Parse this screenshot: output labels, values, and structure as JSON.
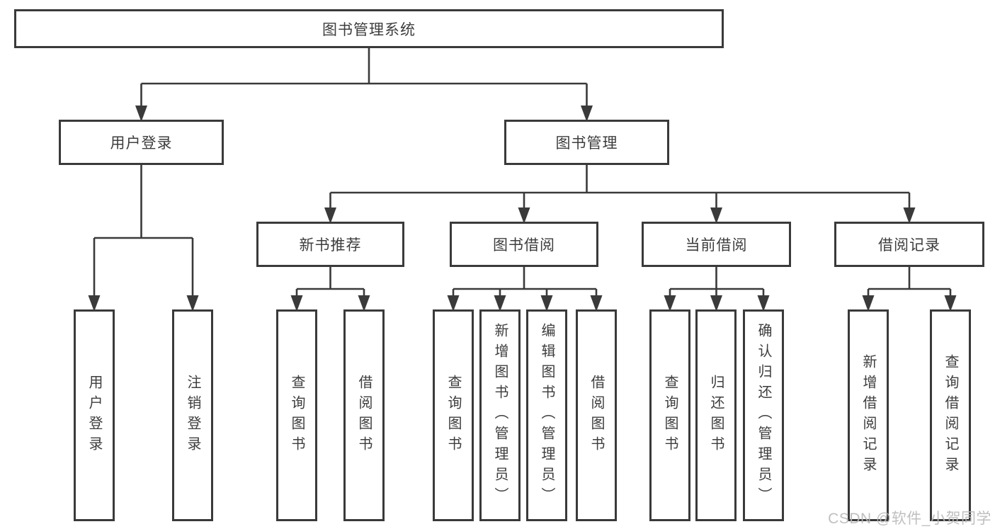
{
  "nodes": {
    "root": "图书管理系统",
    "user_login": "用户登录",
    "book_management": "图书管理",
    "new_book_recommend": "新书推荐",
    "book_borrowing": "图书借阅",
    "current_borrowing": "当前借阅",
    "borrowing_records": "借阅记录",
    "leaf_user_login": "用户登录",
    "leaf_logout": "注销登录",
    "leaf_query_book_recommend": "查询图书",
    "leaf_borrow_book_recommend": "借阅图书",
    "leaf_query_book_borrowing": "查询图书",
    "leaf_add_book_admin": "新增图书（管理员）",
    "leaf_edit_book_admin": "编辑图书（管理员）",
    "leaf_borrow_book_borrowing": "借阅图书",
    "leaf_query_book_current": "查询图书",
    "leaf_return_book": "归还图书",
    "leaf_confirm_return_admin": "确认归还（管理员）",
    "leaf_add_borrow_record": "新增借阅记录",
    "leaf_query_borrow_record": "查询借阅记录"
  },
  "hierarchy": {
    "图书管理系统": {
      "用户登录": [
        "用户登录",
        "注销登录"
      ],
      "图书管理": {
        "新书推荐": [
          "查询图书",
          "借阅图书"
        ],
        "图书借阅": [
          "查询图书",
          "新增图书（管理员）",
          "编辑图书（管理员）",
          "借阅图书"
        ],
        "当前借阅": [
          "查询图书",
          "归还图书",
          "确认归还（管理员）"
        ],
        "借阅记录": [
          "新增借阅记录",
          "查询借阅记录"
        ]
      }
    }
  },
  "watermark": {
    "text": "CSDN @软件_小贺同学"
  },
  "colors": {
    "line": "#3a3a3a",
    "text": "#3d3d3d",
    "watermark": "#b9b9b9",
    "box_background": "#ffffff"
  }
}
